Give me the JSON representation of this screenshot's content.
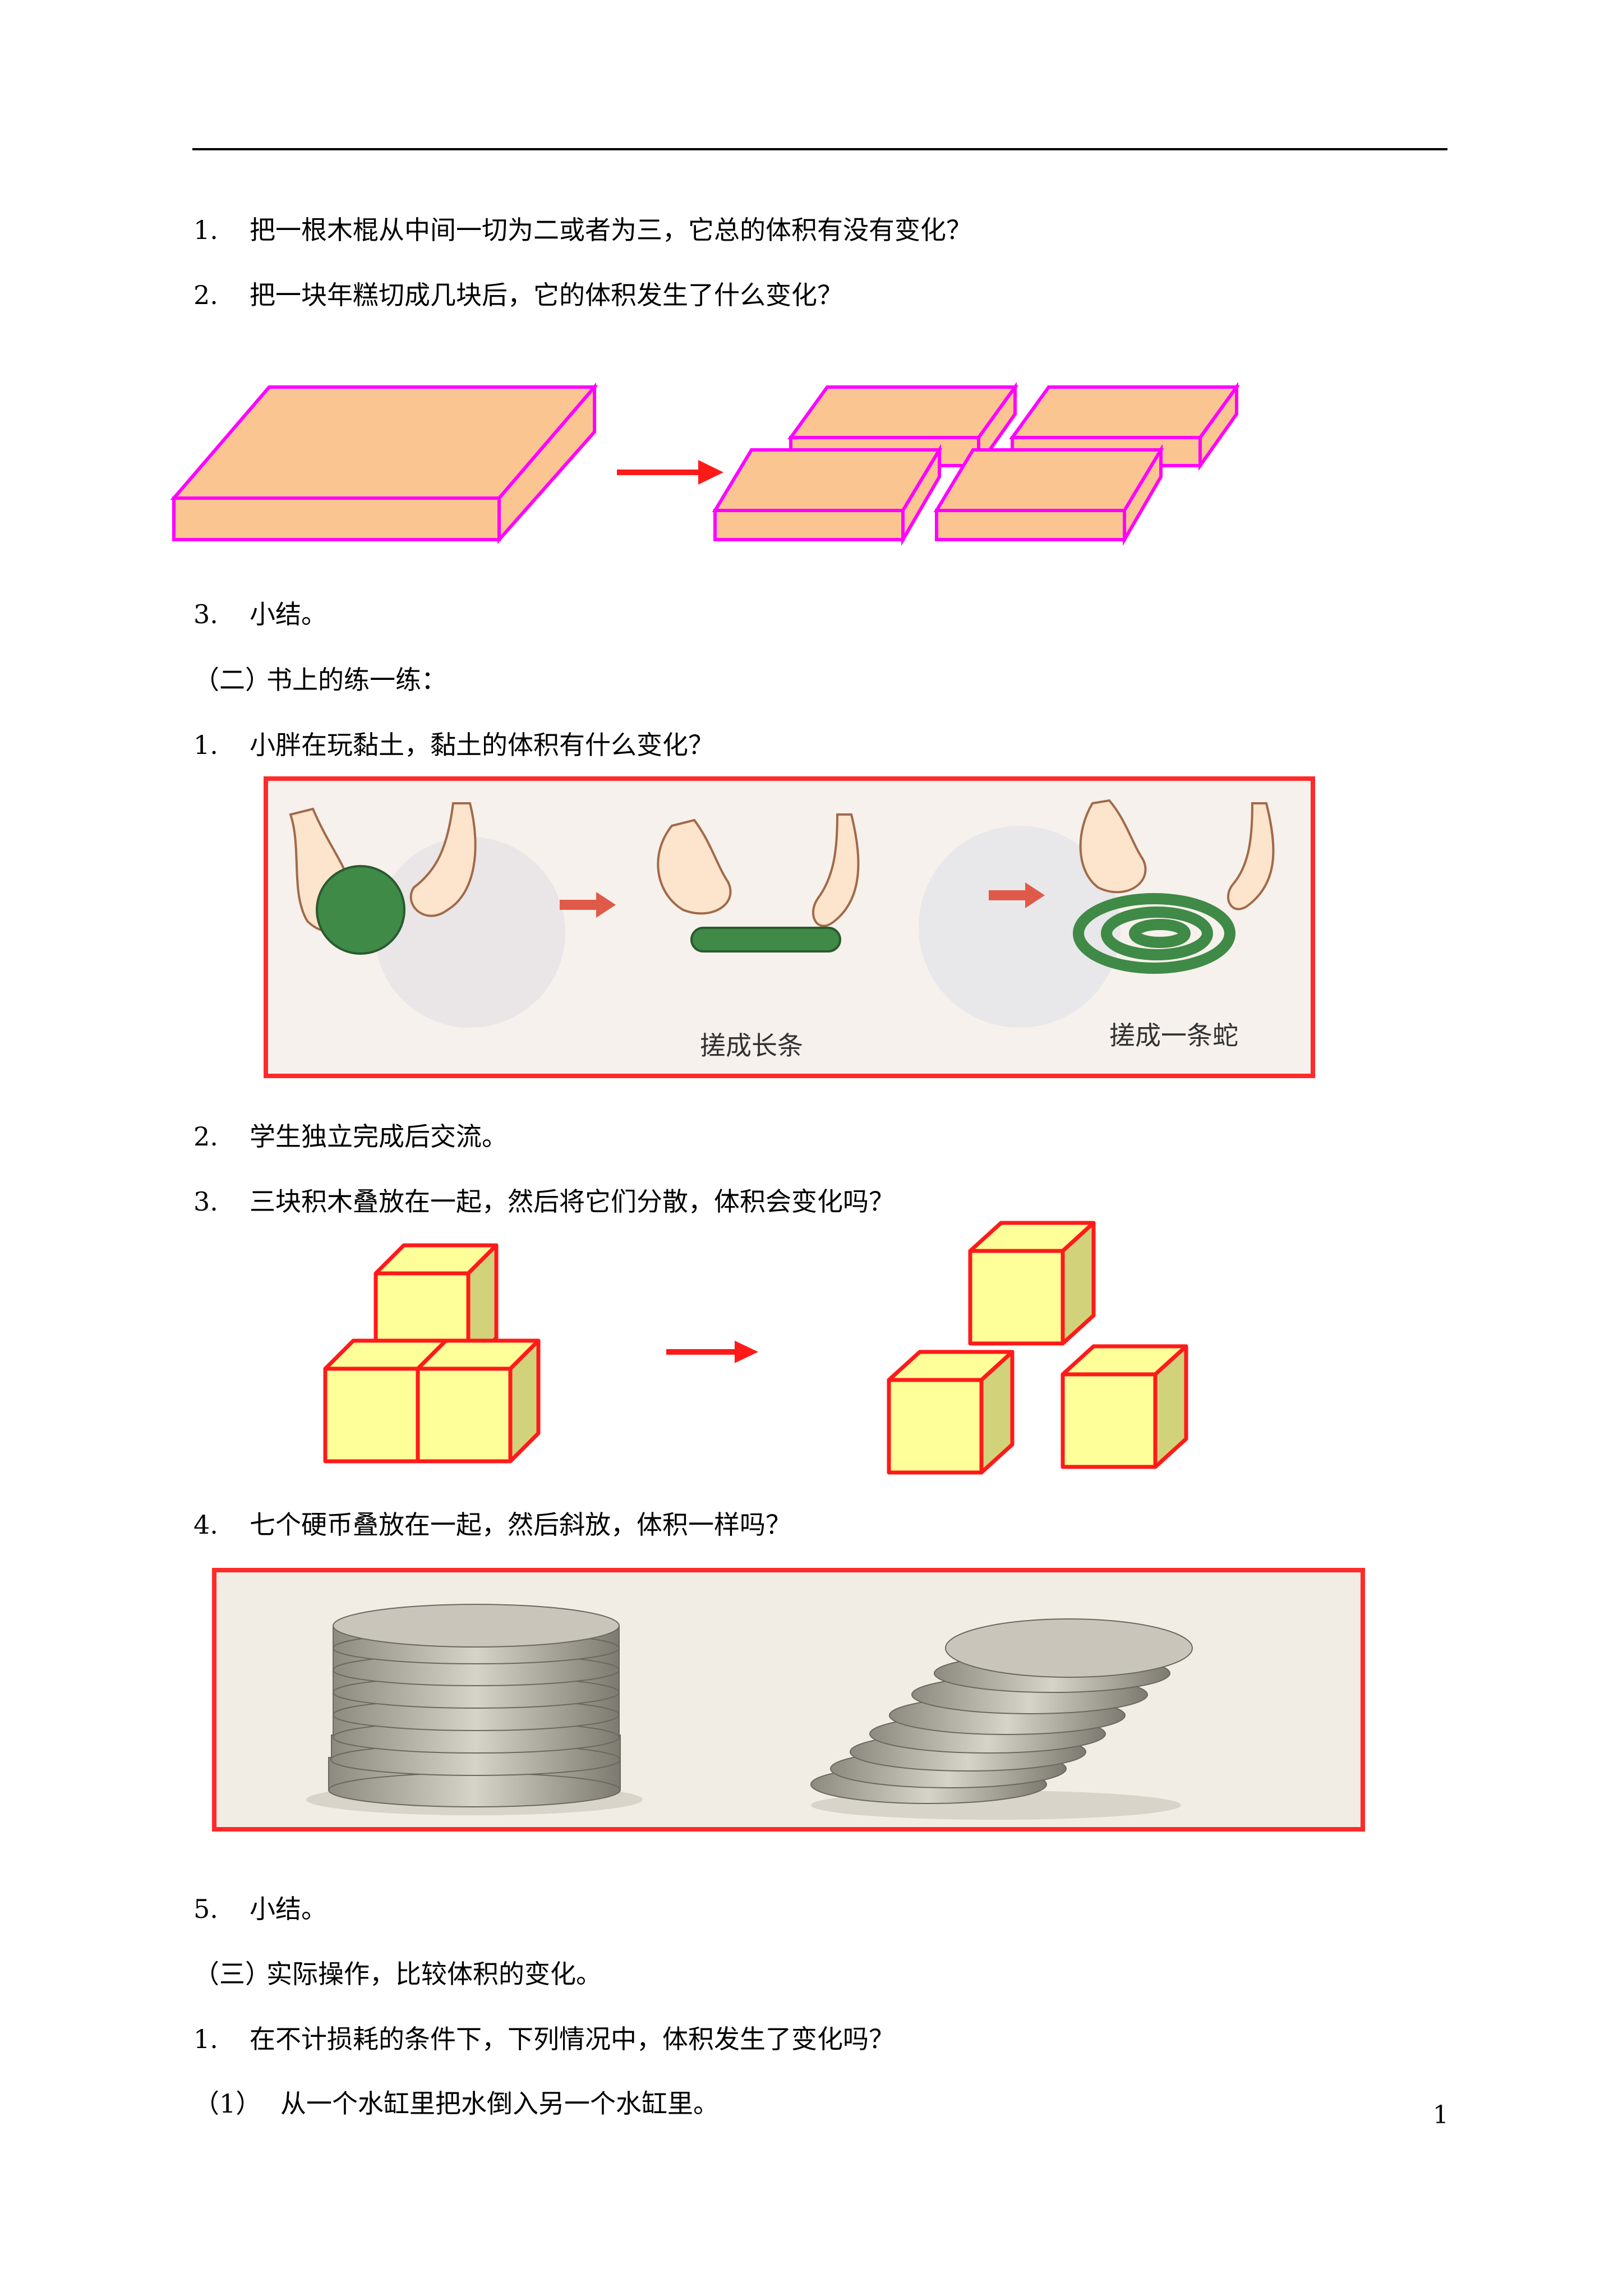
{
  "lines": [
    {
      "num": "1.",
      "text": "把一根木棍从中间一切为二或者为三，它总的体积有没有变化？"
    },
    {
      "num": "2.",
      "text": "把一块年糕切成几块后，它的体积发生了什么变化？"
    },
    {
      "num": "3.",
      "text": "小结。"
    },
    {
      "num": "（二）",
      "text": "书上的练一练："
    },
    {
      "num": "1.",
      "text": "小胖在玩黏土，黏土的体积有什么变化？"
    },
    {
      "num": "2.",
      "text": "学生独立完成后交流。"
    },
    {
      "num": "3.",
      "text": "三块积木叠放在一起，然后将它们分散，体积会变化吗？"
    },
    {
      "num": "4.",
      "text": "七个硬币叠放在一起，然后斜放，体积一样吗？"
    },
    {
      "num": "5.",
      "text": "小结。"
    },
    {
      "num": "（三）",
      "text": "实际操作，比较体积的变化。"
    },
    {
      "num": "1.",
      "text": "在不计损耗的条件下，下列情况中，体积发生了变化吗？"
    },
    {
      "num": "（1）",
      "text": "从一个水缸里把水倒入另一个水缸里。"
    }
  ],
  "clay_captions": {
    "strip": "搓成长条",
    "snake": "搓成一条蛇"
  },
  "page_number": "1",
  "colors": {
    "cake_fill": "#fac591",
    "cake_stroke": "#ff00ff",
    "block_fill": "#ffff99",
    "block_side": "#d2d27a",
    "frame": "#ff2a2a",
    "arrow": "#ff1a1a",
    "clay": "#3f8a46"
  }
}
